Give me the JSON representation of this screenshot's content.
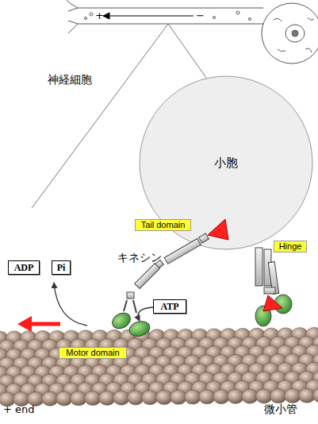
{
  "diagram": {
    "nodes": [
      {
        "text": [
          "小胞"
        ]
      },
      {
        "text": [
          "Tail domain"
        ]
      },
      {
        "text": [
          "Hinge"
        ]
      },
      {
        "text": [
          "ADP"
        ]
      },
      {
        "text": [
          "Pi"
        ]
      },
      {
        "text": [
          "ATP"
        ]
      },
      {
        "text": [
          "Motor domain"
        ]
      }
    ],
    "labels": [
      "+",
      "−",
      "神経細胞",
      "キネシン",
      "+ end",
      "微小管"
    ]
  }
}
